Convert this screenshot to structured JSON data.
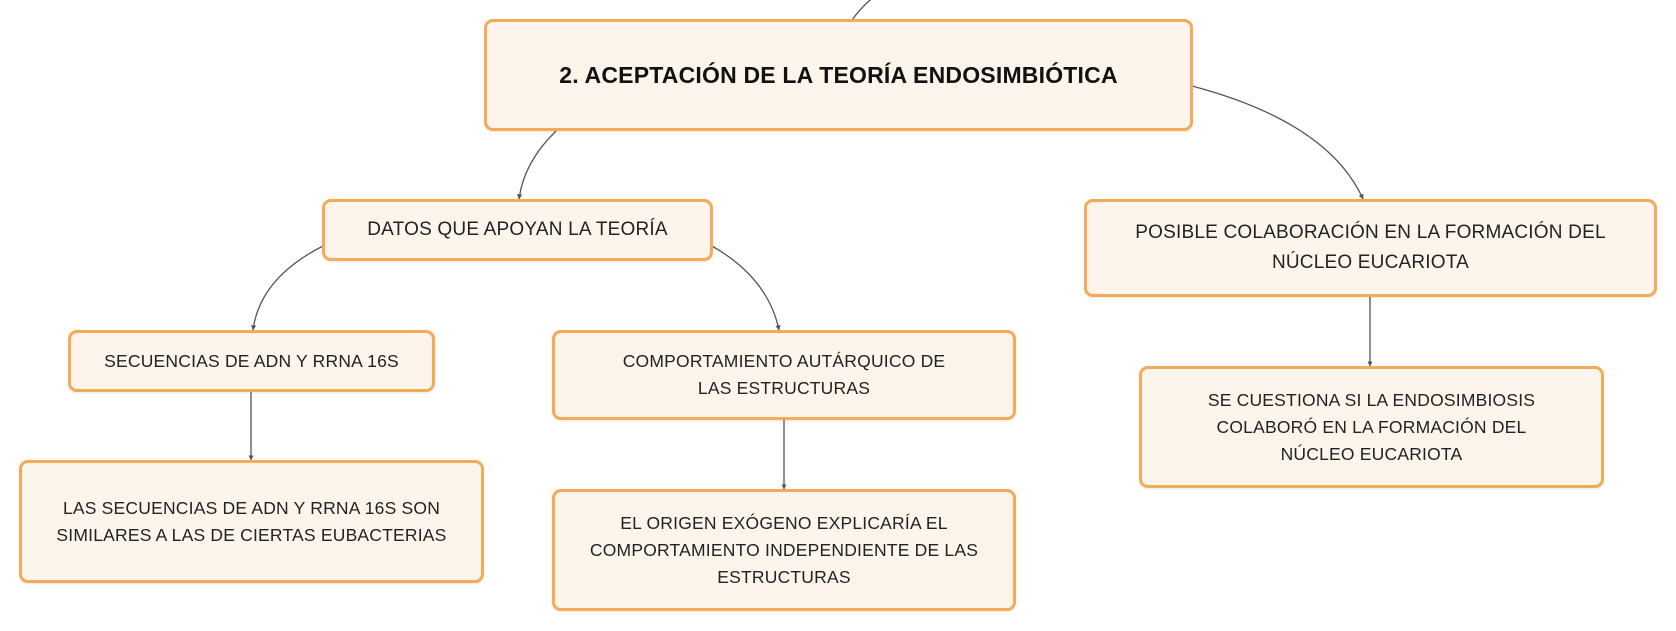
{
  "diagram": {
    "root": {
      "label": "2. ACEPTACIÓN DE LA TEORÍA ENDOSIMBIÓTICA"
    },
    "support": {
      "label": "DATOS QUE APOYAN LA TEORÍA"
    },
    "nucleus": {
      "label": "POSIBLE COLABORACIÓN EN LA FORMACIÓN DEL NÚCLEO EUCARIOTA"
    },
    "sequences": {
      "label": "SECUENCIAS DE ADN Y RRNA 16S"
    },
    "sequences_detail": {
      "label": "LAS SECUENCIAS DE ADN Y RRNA 16S SON SIMILARES A LAS DE CIERTAS EUBACTERIAS"
    },
    "autarkic": {
      "label": "COMPORTAMIENTO AUTÁRQUICO DE LAS ESTRUCTURAS"
    },
    "autarkic_detail": {
      "label": "EL ORIGEN EXÓGENO EXPLICARÍA EL COMPORTAMIENTO INDEPENDIENTE DE LAS ESTRUCTURAS"
    },
    "nucleus_detail": {
      "label": "SE CUESTIONA SI LA ENDOSIMBIOSIS COLABORÓ EN LA FORMACIÓN DEL NÚCLEO EUCARIOTA"
    }
  },
  "colors": {
    "node_fill": "#fdf5ec",
    "node_border": "#f3aa59",
    "connector": "#555555",
    "text": "#222222"
  }
}
